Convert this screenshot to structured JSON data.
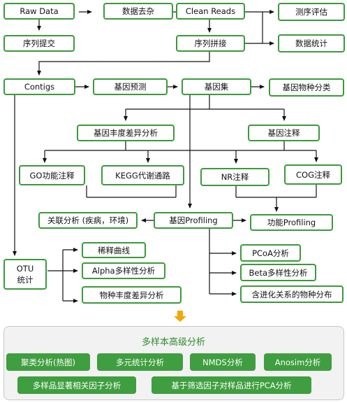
{
  "nodes": {
    "raw_data": "Raw Data",
    "data_cleaning": "数据去杂",
    "clean_reads": "Clean Reads",
    "sequencing_eval": "测序评估",
    "data_stats": "数据统计",
    "seq_submit": "序列提交",
    "seq_assembly": "序列拼接",
    "contigs": "Contigs",
    "gene_prediction": "基因预测",
    "gene_set": "基因集",
    "gene_taxonomy": "基因物种分类",
    "gene_abundance_diff": "基因丰度差异分析",
    "gene_annotation": "基因注释",
    "go_annotation": "GO功能注释",
    "kegg_pathway": "KEGG代谢通路",
    "nr_annotation": "NR注释",
    "cog_annotation": "COG注释",
    "association_analysis": "关联分析 (疾病，环境)",
    "gene_profiling": "基因Profiling",
    "functional_profiling": "功能Profiling",
    "otu_stats": "OTU\n统计",
    "rarefaction_curve": "稀释曲线",
    "alpha_diversity": "Alpha多样性分析",
    "species_abundance_diff": "物种丰度差异分析",
    "pcoa": "PCoA分析",
    "beta_diversity": "Beta多样性分析",
    "phylo_species_distribution": "含进化关系的物种分布"
  },
  "advanced": {
    "title": "多样本高级分析",
    "items": [
      "聚类分析(热图)",
      "多元统计分析",
      "NMDS分析",
      "Anosim分析",
      "多样品显著相关因子分析",
      "基于筛选因子对样品进行PCA分析"
    ]
  },
  "colors": {
    "border_green": "#3a9a3a",
    "pill_green": "#3f9e3f",
    "connector_arrow": "#f2a900",
    "line": "#111111"
  }
}
